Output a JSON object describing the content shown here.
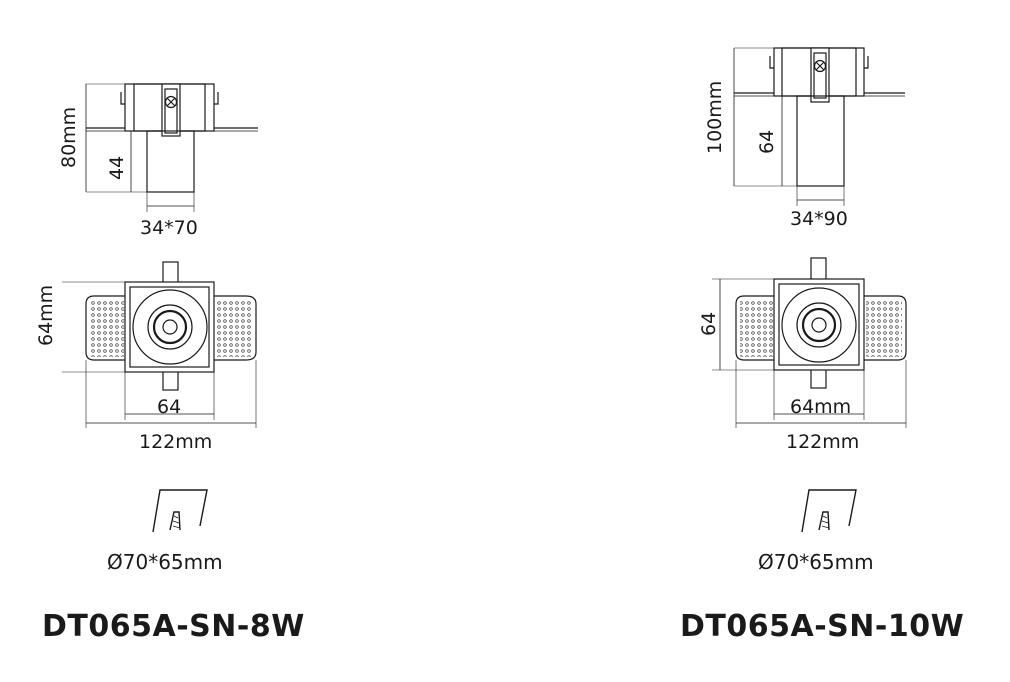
{
  "models": [
    {
      "name": "DT065A-SN-8W",
      "side_view": {
        "height": "80mm",
        "body_height": "44",
        "width": "34*70"
      },
      "top_view": {
        "height": "64mm",
        "inner_width": "64",
        "total_width": "122mm"
      },
      "cutout": "Ø70*65mm"
    },
    {
      "name": "DT065A-SN-10W",
      "side_view": {
        "height": "100mm",
        "body_height": "64",
        "width": "34*90"
      },
      "top_view": {
        "height": "64",
        "inner_width": "64mm",
        "total_width": "122mm"
      },
      "cutout": "Ø70*65mm"
    }
  ]
}
